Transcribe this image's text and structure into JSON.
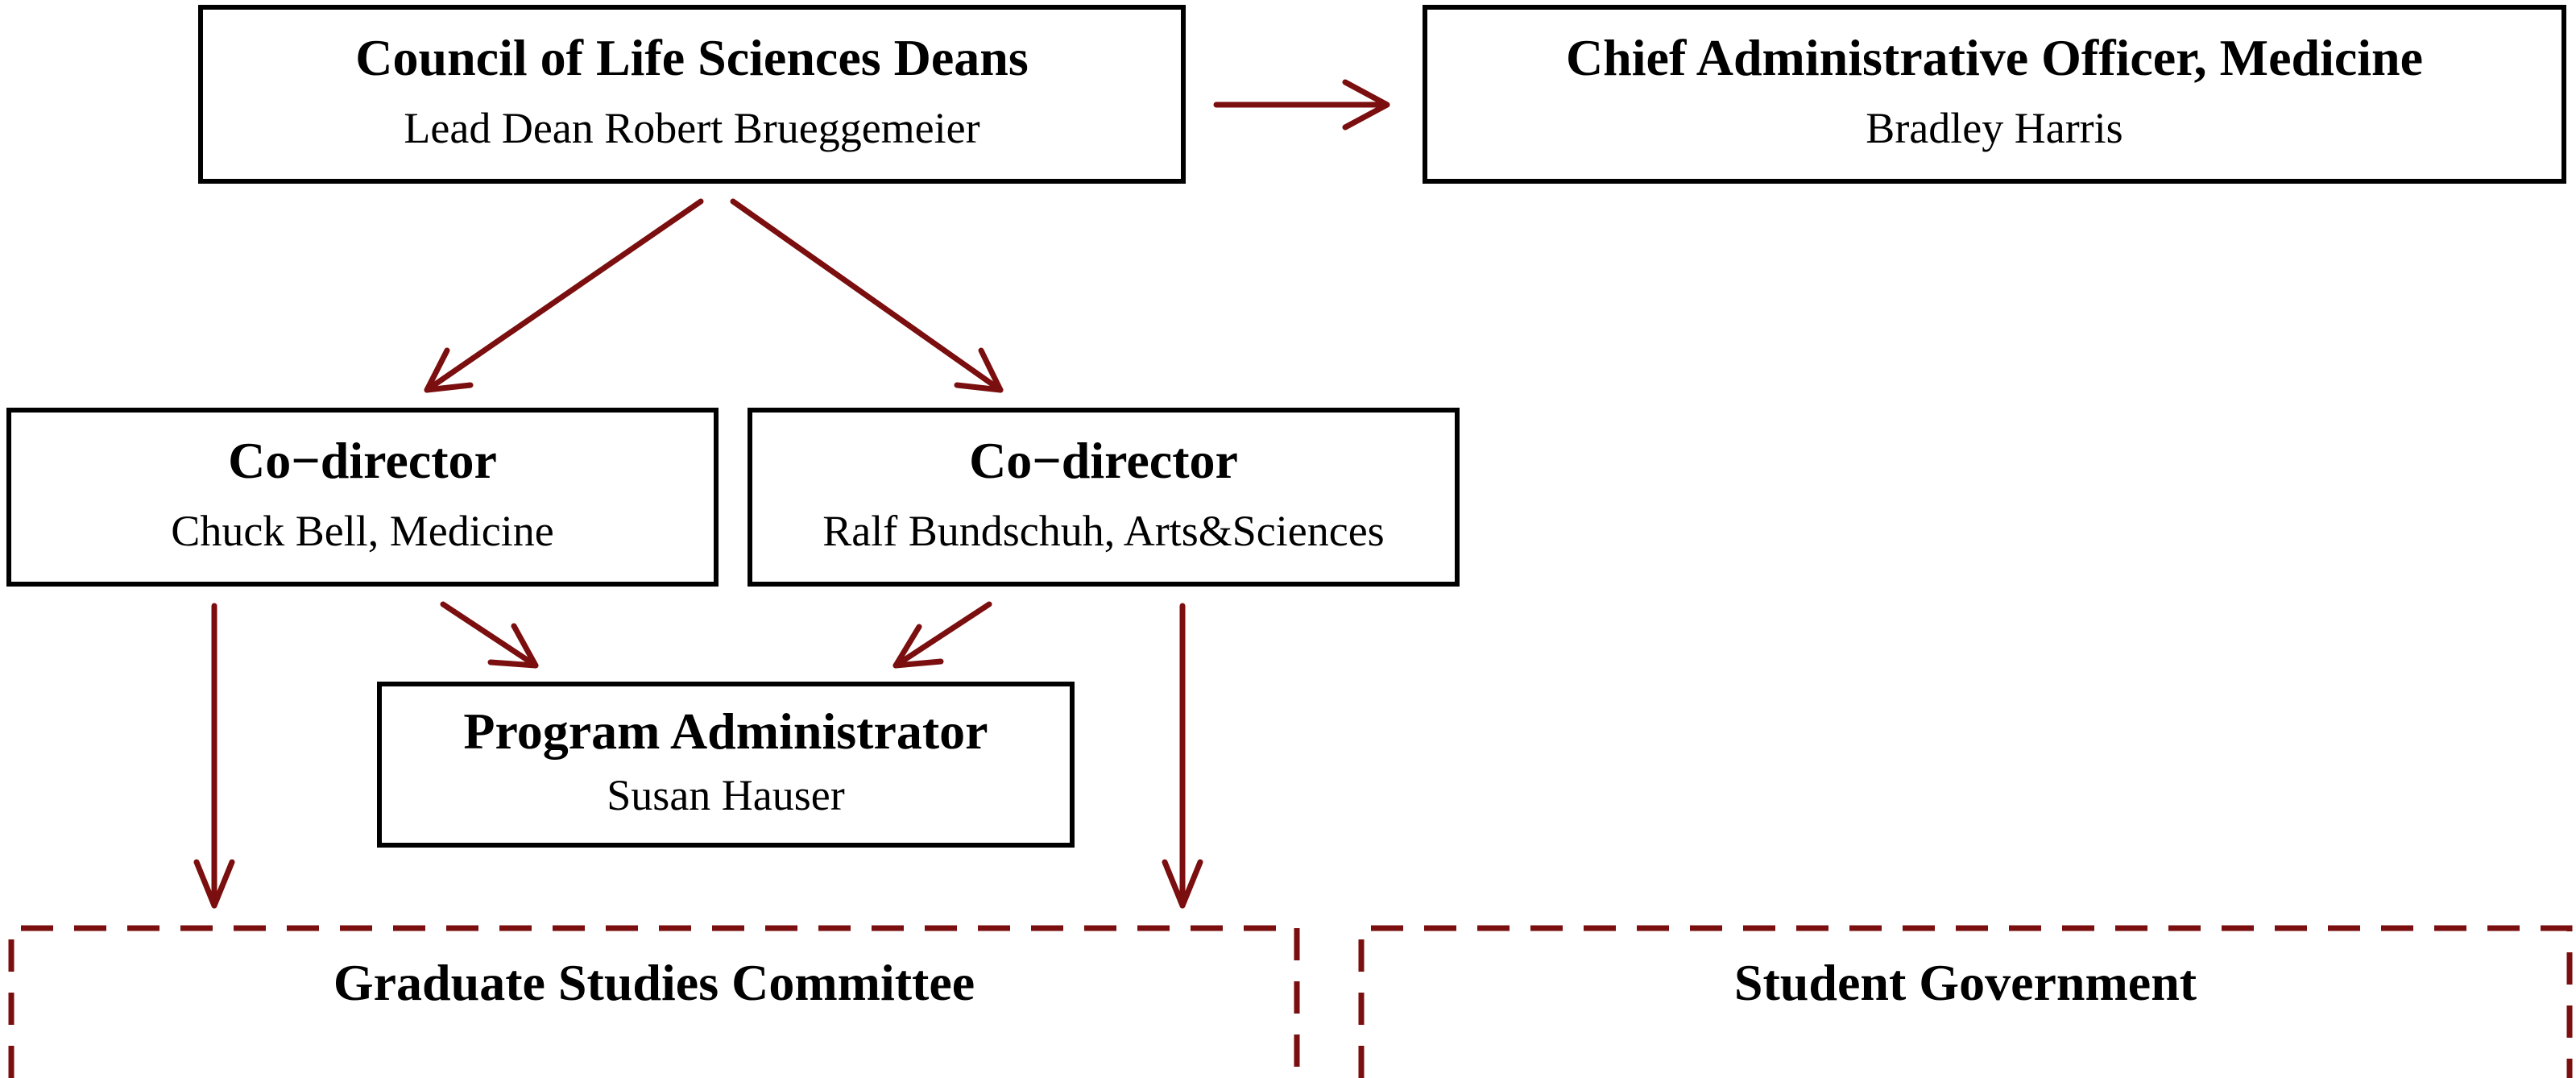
{
  "colors": {
    "arrow": "#7b0e0e",
    "box_border": "#000000",
    "dashed_border": "#7b0e0e"
  },
  "council": {
    "title": "Council of Life Sciences Deans",
    "subtitle": "Lead Dean Robert Brueggemeier"
  },
  "cao": {
    "title": "Chief Administrative Officer, Medicine",
    "subtitle": "Bradley Harris"
  },
  "codirector_medicine": {
    "title": "Co−director",
    "subtitle": "Chuck Bell, Medicine"
  },
  "codirector_arts": {
    "title": "Co−director",
    "subtitle": "Ralf Bundschuh, Arts&Sciences"
  },
  "program_admin": {
    "title": "Program Administrator",
    "subtitle": "Susan Hauser"
  },
  "graduate_committee": {
    "title": "Graduate Studies Committee"
  },
  "student_government": {
    "title": "Student Government"
  }
}
